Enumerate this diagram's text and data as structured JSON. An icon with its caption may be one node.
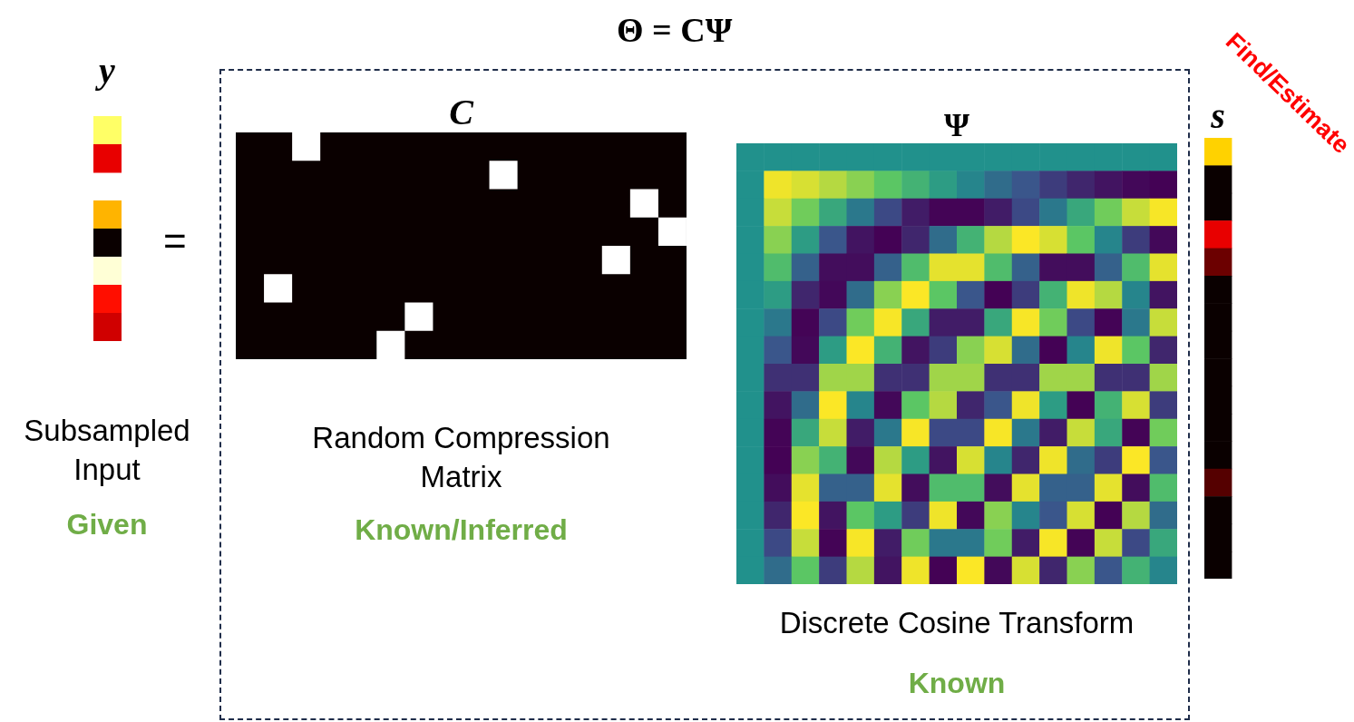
{
  "diagram": {
    "nodes": [
      {
        "text": [
          "y",
          "Subsampled Input",
          "Given"
        ]
      },
      {
        "text": [
          "Θ = CΨ"
        ]
      },
      {
        "text": [
          "C",
          "Random Compression Matrix",
          "Known/Inferred"
        ],
        "in": 1
      },
      {
        "text": [
          "Ψ",
          "Discrete Cosine Transform",
          "Known"
        ],
        "in": 1
      },
      {
        "text": [
          "s"
        ],
        "beside": [
          "Find/Estimate"
        ]
      }
    ],
    "labels": [
      "="
    ]
  }
}
